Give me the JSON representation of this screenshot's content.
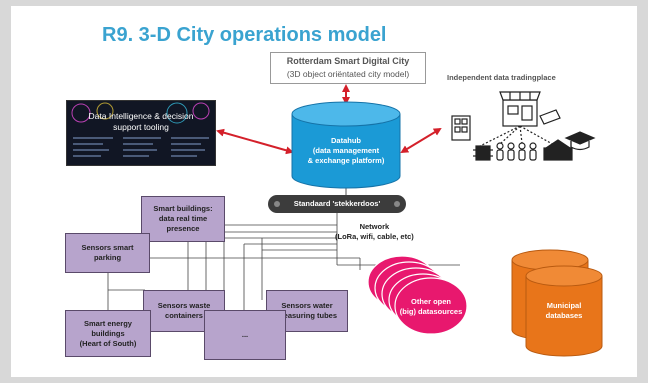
{
  "title": "R9.  3-D City operations model",
  "rsdc": {
    "title": "Rotterdam Smart Digital City",
    "subtitle": "(3D object oriëntated city model)"
  },
  "tooling": {
    "line1": "Data Intelligence & decision",
    "line2": "support tooling"
  },
  "datahub": {
    "line1": "Datahub",
    "line2": "(data management",
    "line3": "& exchange platform)"
  },
  "trading": "Independent data tradingplace",
  "plug": "Standaard 'stekkerdoos'",
  "network": {
    "line1": "Network",
    "line2": "(LoRa, wifi, cable, etc)"
  },
  "nodes": {
    "smart_buildings": {
      "line1": "Smart buildings:",
      "line2": "data real time",
      "line3": "presence"
    },
    "sensors_parking": {
      "line1": "Sensors smart",
      "line2": "parking"
    },
    "sensors_waste": {
      "line1": "Sensors waste",
      "line2": "containers"
    },
    "sensors_water": {
      "line1": "Sensors water",
      "line2": "measuring tubes"
    },
    "smart_energy": {
      "line1": "Smart energy",
      "line2": "buildings",
      "line3": "(Heart of South)"
    },
    "ellipsis": "..."
  },
  "open_data": {
    "line1": "Other open",
    "line2": "(big) datasources"
  },
  "municipal": {
    "line1": "Municipal",
    "line2": "databases"
  },
  "colors": {
    "title": "#3aa3d0",
    "datahub": "#1b9ad6",
    "purple_box": "#b7a4cc",
    "pink": "#e8186e",
    "orange": "#e8751a",
    "arrow": "#d4202a"
  }
}
